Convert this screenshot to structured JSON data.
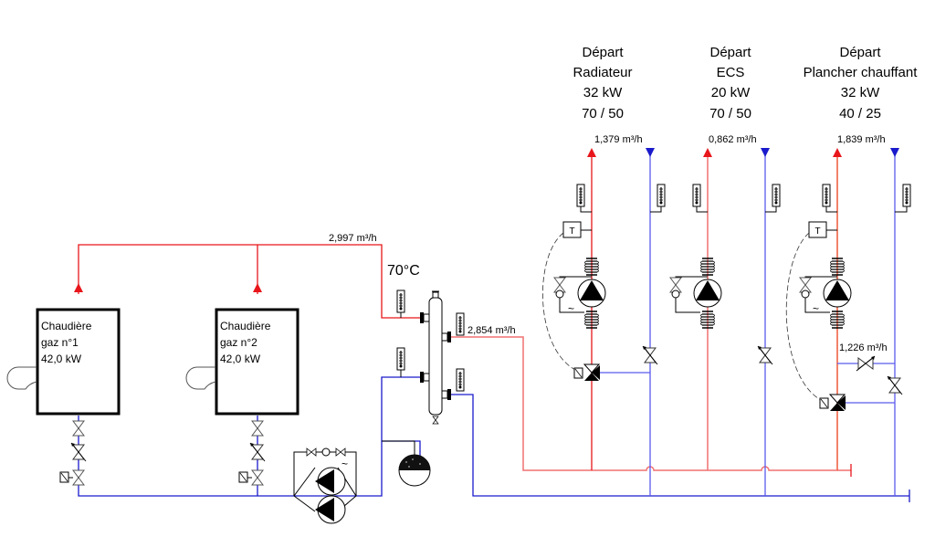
{
  "diagram": {
    "type": "hydraulic-heating-schematic",
    "colors": {
      "supply_hot": "#e8161b",
      "return_cold": "#1a1acc",
      "outline": "#000000"
    },
    "boilers": [
      {
        "line1": "Chaudière",
        "line2": "gaz n°1",
        "power": "42,0 kW"
      },
      {
        "line1": "Chaudière",
        "line2": "gaz n°2",
        "power": "42,0 kW"
      }
    ],
    "primary": {
      "flow_rate": "2,997 m³/h",
      "temperature": "70°C"
    },
    "secondary": {
      "flow_rate": "2,854 m³/h"
    },
    "circuits": [
      {
        "title": "Départ",
        "name": "Radiateur",
        "power": "32 kW",
        "regime": "70 / 50",
        "flow_rate": "1,379 m³/h",
        "mixing_valve": true
      },
      {
        "title": "Départ",
        "name": "ECS",
        "power": "20 kW",
        "regime": "70 / 50",
        "flow_rate": "0,862 m³/h",
        "mixing_valve": false
      },
      {
        "title": "Départ",
        "name": "Plancher chauffant",
        "power": "32 kW",
        "regime": "40 / 25",
        "flow_rate": "1,839 m³/h",
        "mixing_valve": true,
        "bypass_flow_rate": "1,226 m³/h"
      }
    ],
    "symbols": {
      "thermostat": "T",
      "pump_motor": "~"
    }
  }
}
